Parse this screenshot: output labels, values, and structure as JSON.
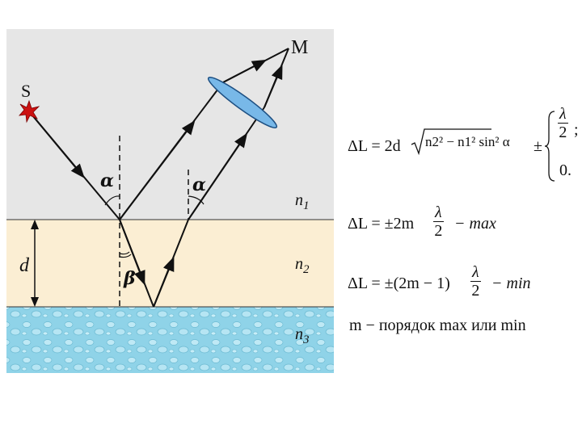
{
  "labels": {
    "source": "S",
    "observer": "M",
    "n1": "n1",
    "n2": "n2",
    "n3": "n3",
    "thickness": "d",
    "alpha": "α",
    "beta": "β"
  },
  "formulas": {
    "f1_lhs": "ΔL = 2d",
    "f1_radicand": "n2² − n1² sin² α",
    "f1_pm": "±",
    "f1_case1_num": "λ",
    "f1_case1_den": "2",
    "f1_case1_tail": ";",
    "f1_case2": "0.",
    "f2_lhs": "ΔL = ±2m",
    "f2_num": "λ",
    "f2_den": "2",
    "f2_tail": "− max",
    "f3_lhs": "ΔL = ±(2m − 1)",
    "f3_num": "λ",
    "f3_den": "2",
    "f3_tail": "− min",
    "note": "m − порядок  max  или  min"
  },
  "colors": {
    "air": "#e6e6e6",
    "film": "#fbeed3",
    "substrate": "#8fd3e8",
    "lens": "#78b8e8",
    "source_star": "#cc1111"
  }
}
